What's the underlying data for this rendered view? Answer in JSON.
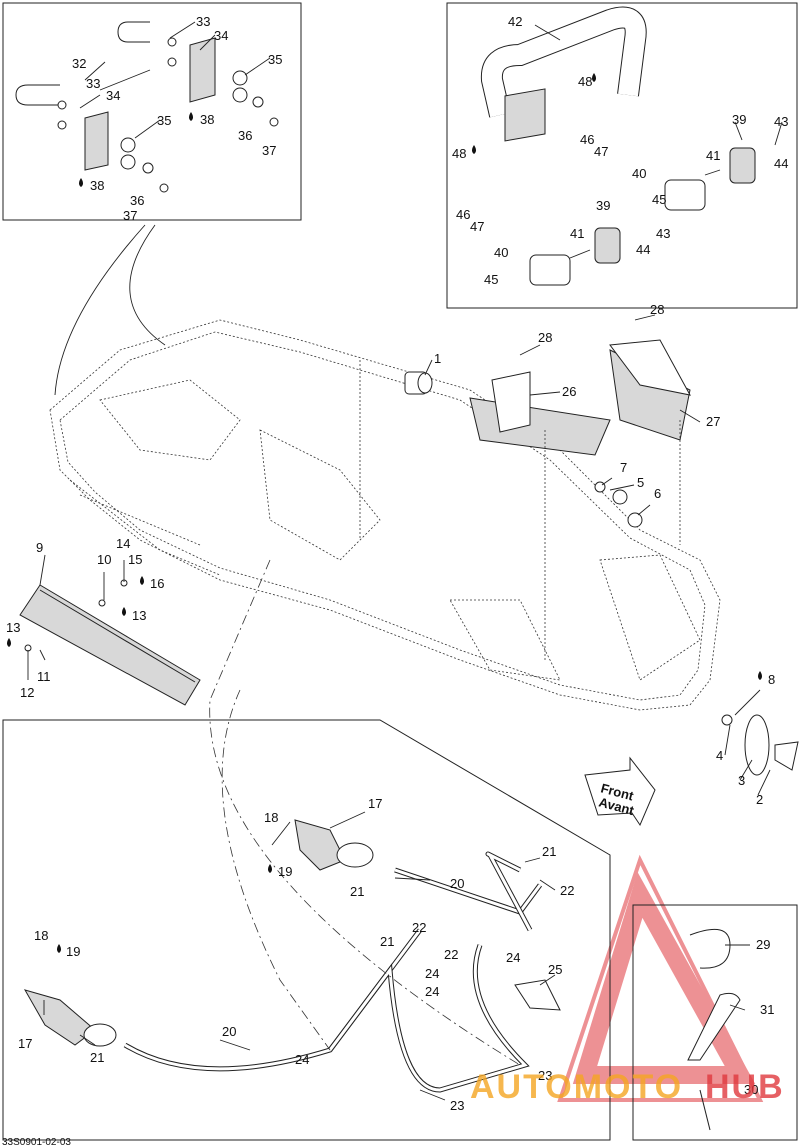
{
  "callouts": [
    "1",
    "2",
    "3",
    "4",
    "5",
    "6",
    "7",
    "8",
    "9",
    "10",
    "11",
    "12",
    "13",
    "13",
    "14",
    "15",
    "16",
    "17",
    "17",
    "18",
    "18",
    "19",
    "19",
    "20",
    "20",
    "21",
    "21",
    "21",
    "21",
    "22",
    "22",
    "22",
    "23",
    "23",
    "24",
    "24",
    "24",
    "24",
    "25",
    "26",
    "27",
    "28",
    "28",
    "29",
    "30",
    "31",
    "32",
    "32",
    "33",
    "33",
    "33",
    "34",
    "34",
    "35",
    "35",
    "36",
    "36",
    "37",
    "37",
    "38",
    "38",
    "39",
    "39",
    "40",
    "40",
    "41",
    "41",
    "42",
    "43",
    "43",
    "44",
    "44",
    "45",
    "45",
    "46",
    "46",
    "47",
    "47",
    "48",
    "48"
  ],
  "arrow_label": {
    "line1": "Front",
    "line2": "Avant"
  },
  "drawing_code": "33S0901-02-03",
  "watermark": {
    "text1": "AUTOMOTO",
    "text2": "HUB",
    "color_red": "#e0393e",
    "color_orange": "#f5a623"
  },
  "icons": {
    "lubricant": "oil-drop-icon"
  }
}
